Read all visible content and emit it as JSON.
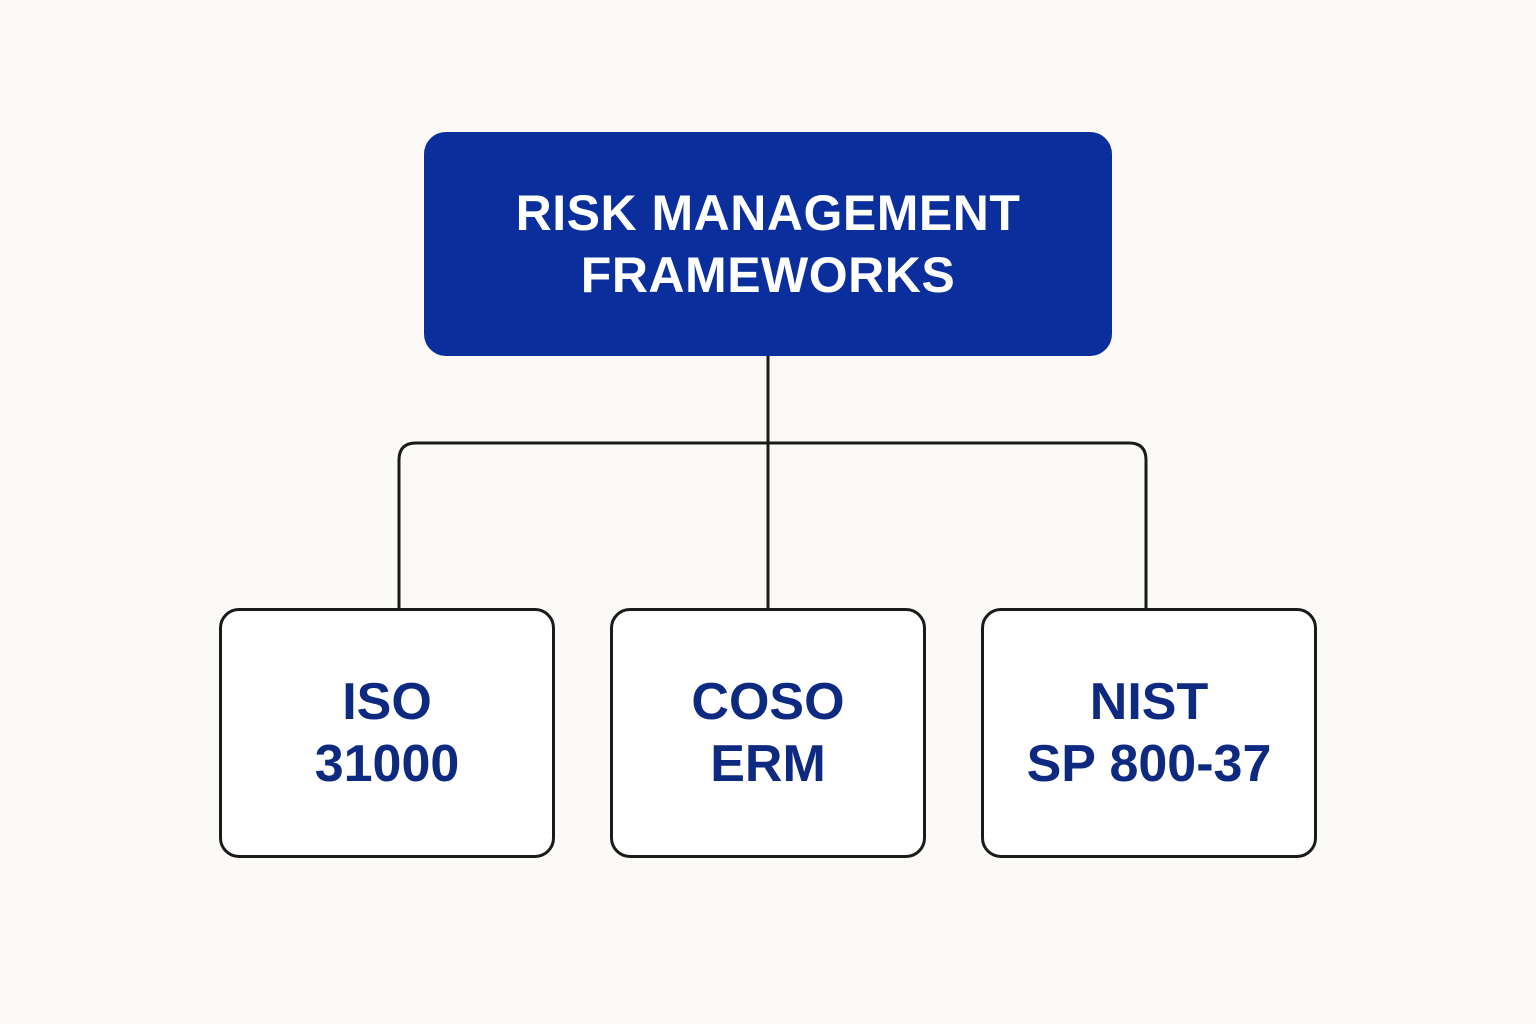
{
  "colors": {
    "background": "#fbfaf6",
    "root_fill": "#0a2f9c",
    "root_text": "#ffffff",
    "child_fill": "#ffffff",
    "child_border": "#1a1a1a",
    "child_text": "#0d2a80",
    "connector": "#1a1a1a"
  },
  "root": {
    "lines": [
      "RISK MANAGEMENT",
      "FRAMEWORKS"
    ]
  },
  "children": [
    {
      "lines": [
        "ISO",
        "31000"
      ]
    },
    {
      "lines": [
        "COSO",
        "ERM"
      ]
    },
    {
      "lines": [
        "NIST",
        "SP 800-37"
      ]
    }
  ]
}
